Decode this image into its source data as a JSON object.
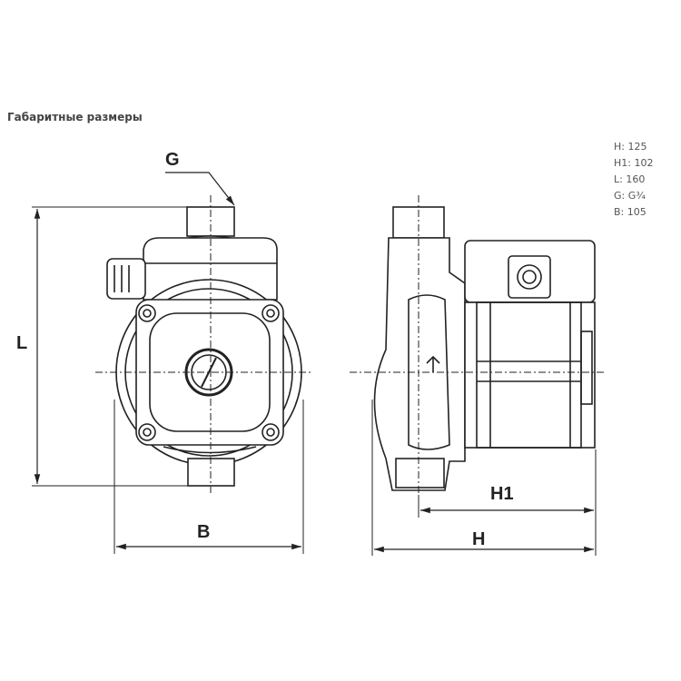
{
  "title": "Габаритные размеры",
  "specs": [
    "H: 125",
    "H1: 102",
    "L: 160",
    "G: G¾",
    "B: 105"
  ],
  "dimension_labels": {
    "g": "G",
    "l": "L",
    "b": "B",
    "h1": "H1",
    "h": "H"
  }
}
